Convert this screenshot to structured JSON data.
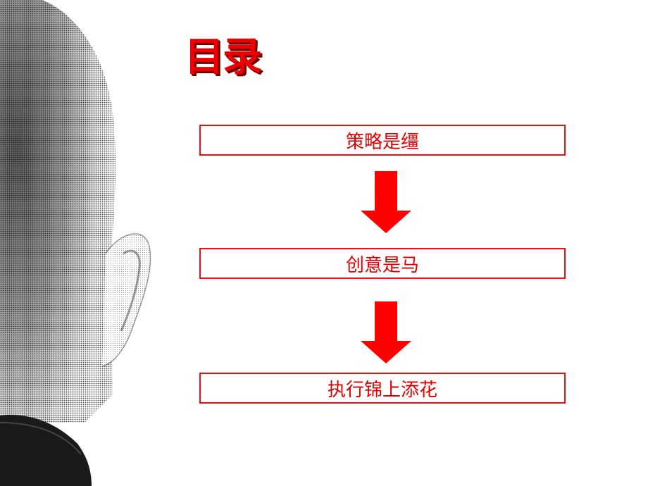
{
  "slide": {
    "title": "目录",
    "steps": [
      {
        "label": "策略是缰"
      },
      {
        "label": "创意是马"
      },
      {
        "label": "执行锦上添花"
      }
    ],
    "arrow_icon": "down-arrow-icon",
    "accent_color": "#ee0000",
    "photo": "bald-head-back-view"
  }
}
